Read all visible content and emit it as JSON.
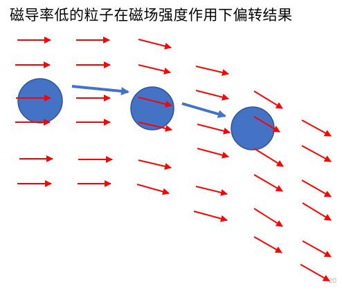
{
  "title": "磁导率低的粒子在磁场强度作用下偏转结果",
  "watermark": "20",
  "colors": {
    "field_arrow": "#ff0000",
    "particle_fill": "#4472c4",
    "particle_stroke": "#2f5597",
    "motion_arrow": "#4472c4",
    "background": "#ffffff"
  },
  "icons": {
    "field_arrow": "red-arrow-icon",
    "particle": "particle-circle",
    "motion_arrow": "blue-arrow-icon"
  }
}
